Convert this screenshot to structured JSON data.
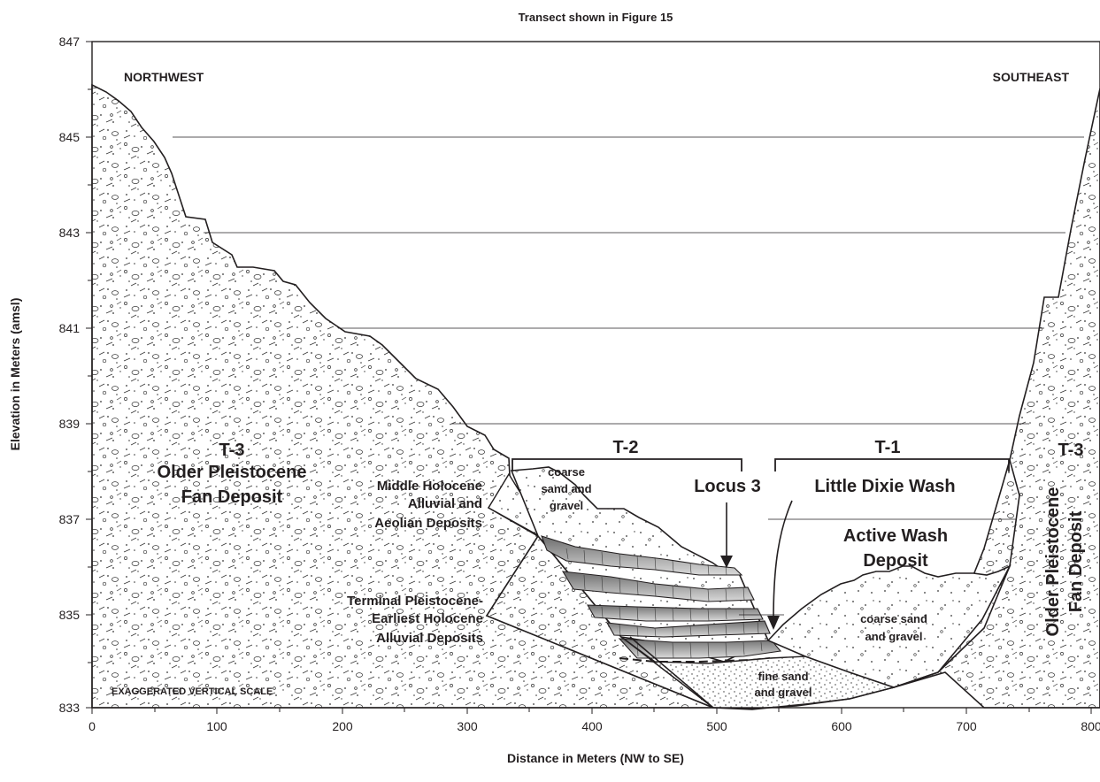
{
  "title": "Transect shown in Figure 15",
  "axes": {
    "xlabel": "Distance in Meters (NW to SE)",
    "ylabel": "Elevation in Meters (amsl)",
    "x_ticks": [
      "0",
      "100",
      "200",
      "300",
      "400",
      "500",
      "600",
      "700",
      "800"
    ],
    "y_ticks": [
      "847",
      "845",
      "843",
      "841",
      "839",
      "837",
      "835",
      "833"
    ]
  },
  "labels": {
    "northwest": "NORTHWEST",
    "southeast": "SOUTHEAST",
    "t3_left": "T-3",
    "older_pleistocene_1": "Older Pleistocene",
    "older_pleistocene_2": "Fan Deposit",
    "t3_right": "T-3",
    "older_pleistocene_right_1": "Older Pleistocene",
    "older_pleistocene_right_2": "Fan Deposit",
    "t2": "T-2",
    "t1": "T-1",
    "middle_holocene_1": "Middle Holocene",
    "middle_holocene_2": "Alluvial and",
    "middle_holocene_3": "Aeolian Deposits",
    "terminal_1": "Terminal Pleistocene-",
    "terminal_2": "Earliest Holocene",
    "terminal_3": "Alluvial Deposits",
    "coarse_1": "coarse",
    "coarse_2": "sand and",
    "coarse_3": "gravel",
    "locus": "Locus 3",
    "wash": "Little Dixie Wash",
    "active_1": "Active Wash",
    "active_2": "Deposit",
    "coarse_right_1": "coarse sand",
    "coarse_right_2": "and gravel",
    "fine_1": "fine sand",
    "fine_2": "and gravel",
    "scale": "EXAGGERATED VERTICAL SCALE"
  }
}
